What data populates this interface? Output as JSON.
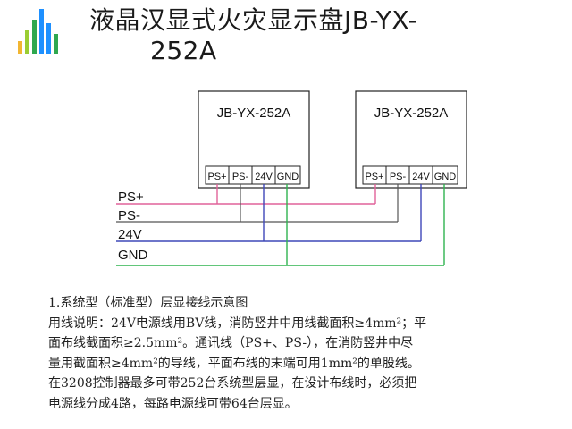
{
  "title": {
    "line1": "液晶汉显式火灾显示盘JB-YX-",
    "line2": "252A"
  },
  "colors": {
    "bars": [
      "#f2b632",
      "#9acd32",
      "#2fa84f",
      "#1e90ff",
      "#1e90ff",
      "#2fa84f"
    ],
    "ps_plus": "#e0629a",
    "ps_minus": "#555555",
    "v24": "#3e48b8",
    "gnd": "#2fb34f"
  },
  "diagram": {
    "devices": [
      {
        "label": "JB-YX-252A",
        "terminals": [
          "PS+",
          "PS-",
          "24V",
          "GND"
        ]
      },
      {
        "label": "JB-YX-252A",
        "terminals": [
          "PS+",
          "PS-",
          "24V",
          "GND"
        ]
      }
    ],
    "buses": [
      {
        "label": "PS+"
      },
      {
        "label": "PS-"
      },
      {
        "label": "24V"
      },
      {
        "label": "GND"
      }
    ]
  },
  "notes": {
    "heading": "1.系统型（标准型）层显接线示意图",
    "lines": [
      "用线说明：24V电源线用BV线，消防竖井中用线截面积≥4mm²；平",
      "面布线截面积≥2.5mm²。通讯线（PS+、PS-），在消防竖井中尽",
      "量用截面积≥4mm²的导线，平面布线的末端可用1mm²的单股线。",
      "在3208控制器最多可带252台系统型层显，在设计布线时，必须把",
      "电源线分成4路，每路电源线可带64台层显。"
    ]
  }
}
